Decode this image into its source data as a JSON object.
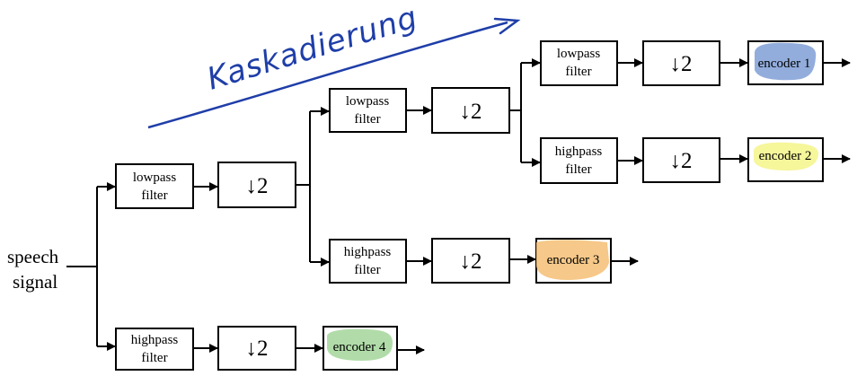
{
  "input": {
    "line1": "speech",
    "line2": "signal"
  },
  "annotation": {
    "text": "Kaskadierung",
    "color": "#1f3ea8"
  },
  "labels": {
    "lowpass_line1": "lowpass",
    "highpass_line1": "highpass",
    "filter_line2": "filter",
    "downsample": "↓2"
  },
  "encoders": {
    "encoder1": {
      "label": "encoder 1",
      "highlight": "#7f9fd6"
    },
    "encoder2": {
      "label": "encoder 2",
      "highlight": "#f4f48a"
    },
    "encoder3": {
      "label": "encoder 3",
      "highlight": "#f5c27c"
    },
    "encoder4": {
      "label": "encoder 4",
      "highlight": "#a9d8a0"
    }
  }
}
